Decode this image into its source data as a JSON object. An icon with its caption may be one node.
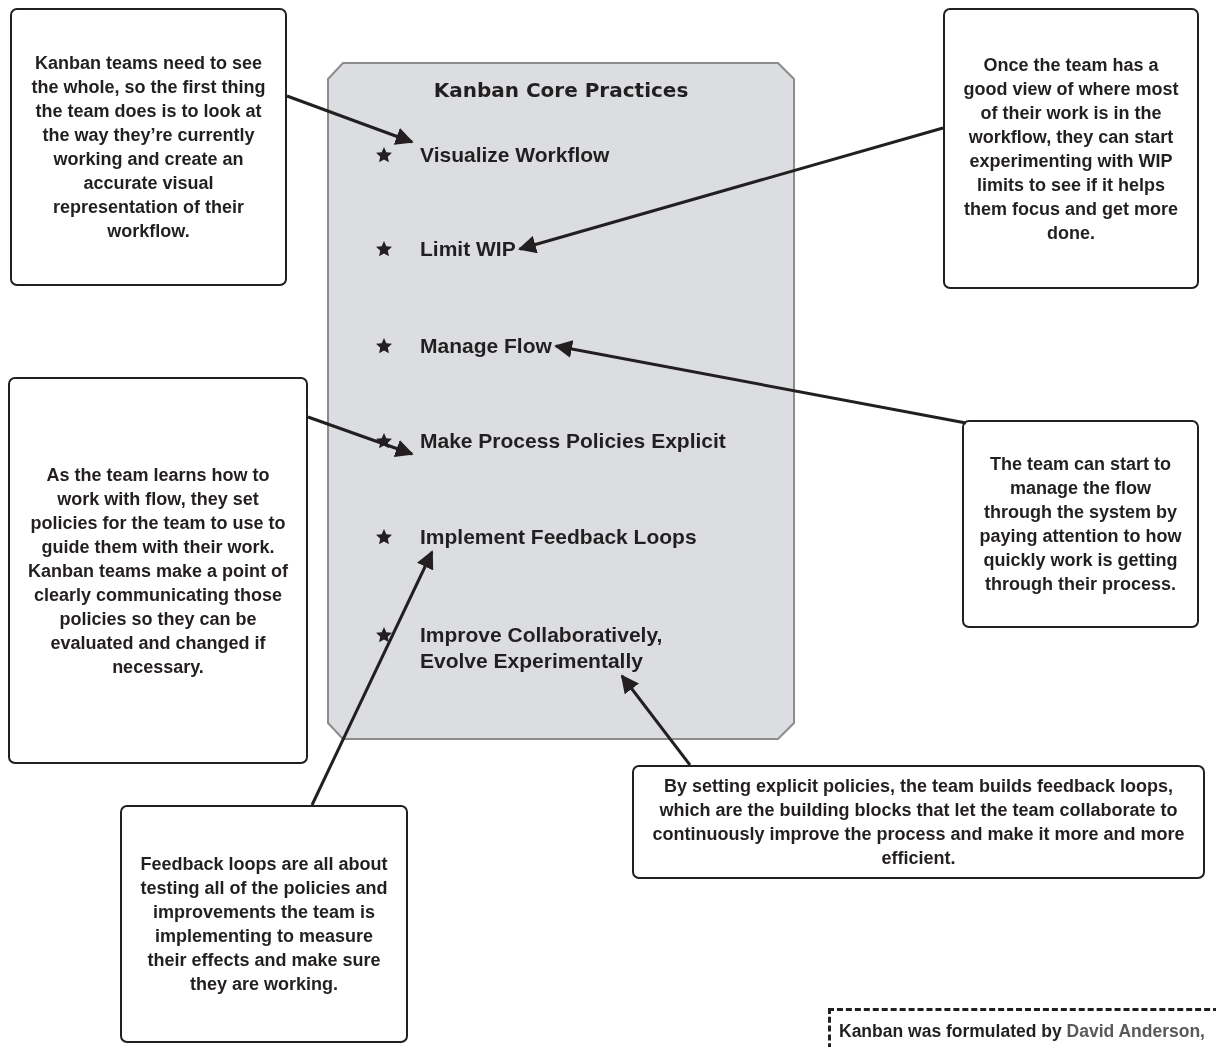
{
  "diagram": {
    "nodes": [
      {
        "text": [
          "Kanban Core Practices"
        ]
      },
      {
        "text": [
          "Visualize Workflow"
        ],
        "in": 0
      },
      {
        "text": [
          "Limit WIP"
        ],
        "in": 0
      },
      {
        "text": [
          "Manage Flow"
        ],
        "in": 0
      },
      {
        "text": [
          "Make Process Policies Explicit"
        ],
        "in": 0
      },
      {
        "text": [
          "Implement Feedback Loops"
        ],
        "in": 0
      },
      {
        "text": [
          "Improve Collaboratively, Evolve Experimentally"
        ],
        "in": 0
      },
      {
        "text": [
          "Kanban teams need to see the whole, so the first thing the team does is to look at the way they’re currently working and create an accurate visual representation of their workflow."
        ]
      },
      {
        "text": [
          "Once the team has a good view of where most of their work is in the workflow, they can start experimenting with WIP limits to see if it helps them focus and get more done."
        ]
      },
      {
        "text": [
          "The team can start to manage the flow through the system by paying attention to how quickly work is getting through their process."
        ]
      },
      {
        "text": [
          "As the team learns how to work with flow, they set policies for the team to use to guide them with their work. Kanban teams make a point of clearly communicating those policies so they can be evaluated and changed if necessary."
        ]
      },
      {
        "text": [
          "Feedback loops are all about testing all of the policies and improvements the team is implementing to measure their effects and make sure they are working."
        ]
      },
      {
        "text": [
          "By setting explicit policies, the team builds feedback loops, which are the building blocks that let the team collaborate to continuously improve the process and make it more and more efficient."
        ]
      },
      {
        "text": [
          "Kanban was formulated by",
          "David Anderson,"
        ]
      }
    ],
    "edges": [
      {
        "from": 7,
        "to": 1,
        "arrow": "to"
      },
      {
        "from": 8,
        "to": 2,
        "arrow": "to"
      },
      {
        "from": 9,
        "to": 3,
        "arrow": "to"
      },
      {
        "from": 10,
        "to": 4,
        "arrow": "to"
      },
      {
        "from": 11,
        "to": 5,
        "arrow": "to"
      },
      {
        "from": 12,
        "to": 6,
        "arrow": "to"
      }
    ]
  }
}
